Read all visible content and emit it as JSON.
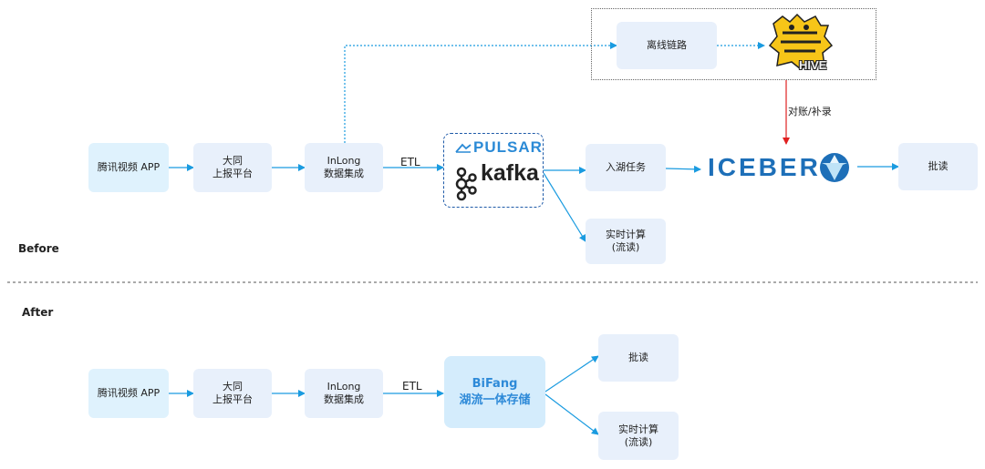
{
  "before": {
    "section_label": "Before",
    "source": "腾讯视频 APP",
    "datong_line1": "大同",
    "datong_line2": "上报平台",
    "inlong_line1": "InLong",
    "inlong_line2": "数据集成",
    "etl": "ETL",
    "pulsar": "PULSAR",
    "kafka": "kafka",
    "offline": "离线链路",
    "hive": "HIVE",
    "reconcile": "对账/补录",
    "ingest": "入湖任务",
    "iceberg": "ICEBERG",
    "batch": "批读",
    "realtime_line1": "实时计算",
    "realtime_line2": "(流读)"
  },
  "after": {
    "section_label": "After",
    "source": "腾讯视频 APP",
    "datong_line1": "大同",
    "datong_line2": "上报平台",
    "inlong_line1": "InLong",
    "inlong_line2": "数据集成",
    "etl": "ETL",
    "bifang_line1": "BiFang",
    "bifang_line2": "湖流一体存储",
    "batch": "批读",
    "realtime_line1": "实时计算",
    "realtime_line2": "(流读)"
  },
  "colors": {
    "arrow": "#1a9be0",
    "red_arrow": "#e02020",
    "box_light": "#e8f0fb",
    "box_cyan": "#dff2fd",
    "bifang_fill": "#d4ecfc",
    "bifang_text": "#2e8ad8"
  }
}
